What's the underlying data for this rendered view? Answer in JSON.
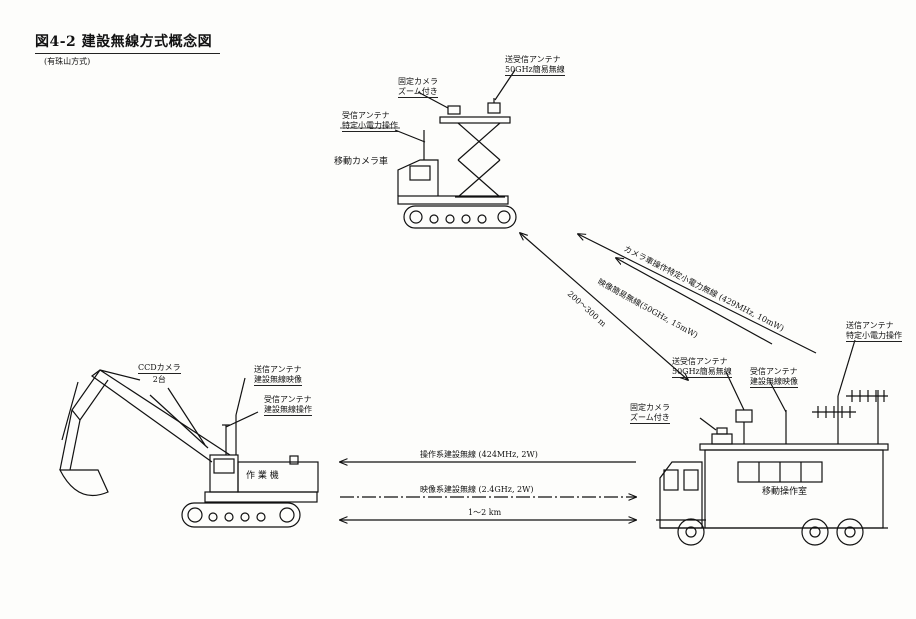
{
  "header": {
    "title": "図4-2 建設無線方式概念図",
    "subtitle": "(有珠山方式)"
  },
  "camera_vehicle": {
    "fixed_camera": [
      "固定カメラ",
      "ズーム付き"
    ],
    "tx_antenna": [
      "送受信アンテナ",
      "50GHz簡易無線"
    ],
    "rx_antenna": [
      "受信アンテナ",
      "特定小電力操作"
    ],
    "name": "移動カメラ車"
  },
  "excavator": {
    "ccd_camera": [
      "CCDカメラ",
      "2台"
    ],
    "tx_antenna": [
      "送信アンテナ",
      "建設無線映像"
    ],
    "rx_antenna": [
      "受信アンテナ",
      "建設無線操作"
    ],
    "body_label": "作 業 機"
  },
  "control_room": {
    "fixed_camera": [
      "固定カメラ",
      "ズーム付き"
    ],
    "tx_antenna": [
      "送受信アンテナ",
      "50GHz簡易無線"
    ],
    "rx_antenna": [
      "受信アンテナ",
      "建設無線映像"
    ],
    "tx_antenna2": [
      "送信アンテナ",
      "特定小電力操作"
    ],
    "body_label": "移動操作室"
  },
  "links": {
    "camera_control": "カメラ車操作特定小電力無線 (429MHz, 10mW)",
    "video_simple": "映像簡易無線(50GHz, 15mW)",
    "distance_diag": "200～300 m",
    "operation_link": "操作系建設無線 (424MHz, 2W)",
    "video_link": "映像系建設無線 (2.4GHz, 2W)",
    "distance_h": "1～2 km"
  }
}
